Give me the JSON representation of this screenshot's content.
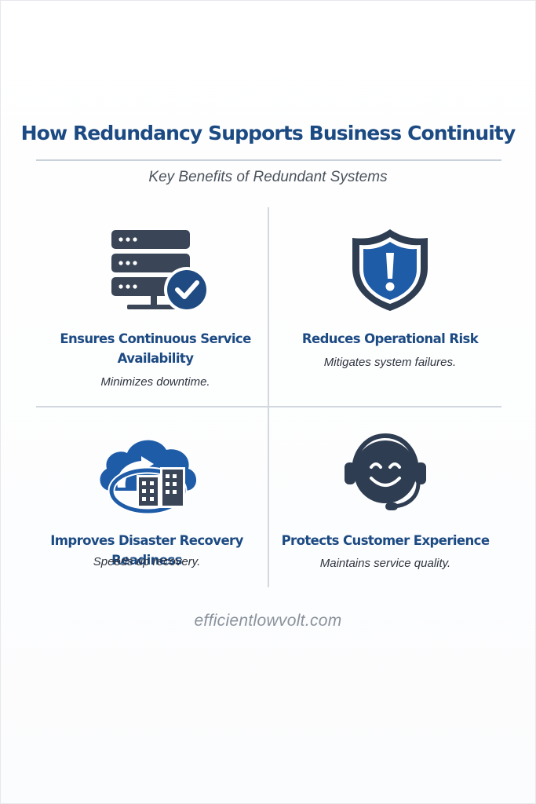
{
  "title": "How Redundancy Supports Business Continuity",
  "subtitle": "Key Benefits of Redundant Systems",
  "colors": {
    "brand_blue": "#1c4a83",
    "icon_dark": "#3a4658",
    "icon_blue": "#1f5ca8"
  },
  "benefits": [
    {
      "icon": "server-check-icon",
      "title": "Ensures Continuous Service Availability",
      "description": "Minimizes downtime."
    },
    {
      "icon": "shield-alert-icon",
      "title": "Reduces Operational Risk",
      "description": "Mitigates system failures."
    },
    {
      "icon": "cloud-recovery-icon",
      "title": "Improves Disaster Recovery Readiness",
      "description": "Speeds up recovery."
    },
    {
      "icon": "customer-headset-icon",
      "title": "Protects Customer Experience",
      "description": "Maintains service quality."
    }
  ],
  "footer": "efficientlowvolt.com"
}
